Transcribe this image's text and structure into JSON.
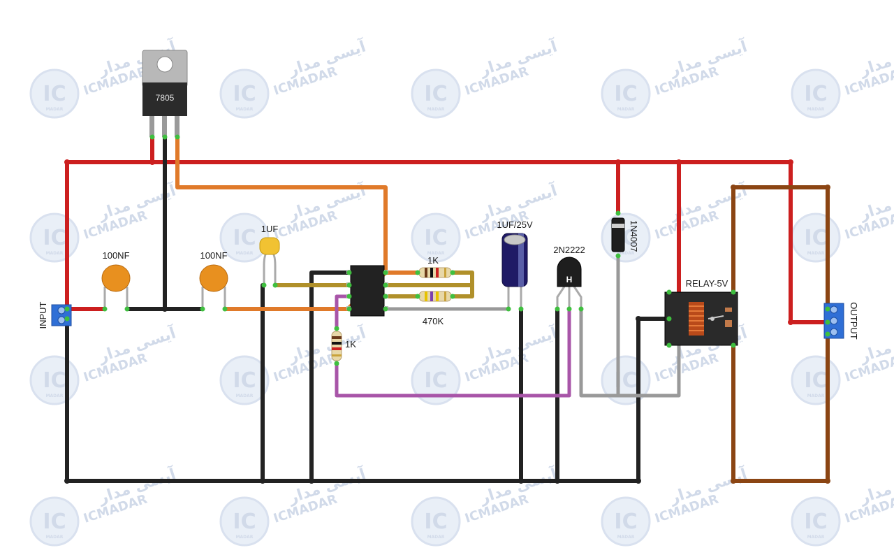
{
  "labels": {
    "regulator": "7805",
    "cap1": "100NF",
    "cap2": "100NF",
    "cap3": "1UF",
    "res1": "1K",
    "res2": "470K",
    "res3": "1K",
    "electrolytic": "1UF/25V",
    "transistor": "2N2222",
    "diode": "1N4007",
    "relay": "RELAY-5V",
    "input": "INPUT",
    "output": "OUTPUT"
  },
  "watermark": {
    "logo": "IC",
    "logo_sub": "MADAR",
    "latin": "ICMADAR",
    "persian": "آیسی مدار"
  },
  "colors": {
    "vcc_wire": "#cc1f1f",
    "gnd_wire": "#222222",
    "out5v_wire": "#e07a2a",
    "signal_wire": "#b0902a",
    "base_wire": "#a855a8",
    "coil_wire": "#999999",
    "load_wire": "#8b4513",
    "ceramic_cap": "#e8901f",
    "terminal": "#2f6fd6",
    "pin": "#3fbf3f"
  }
}
